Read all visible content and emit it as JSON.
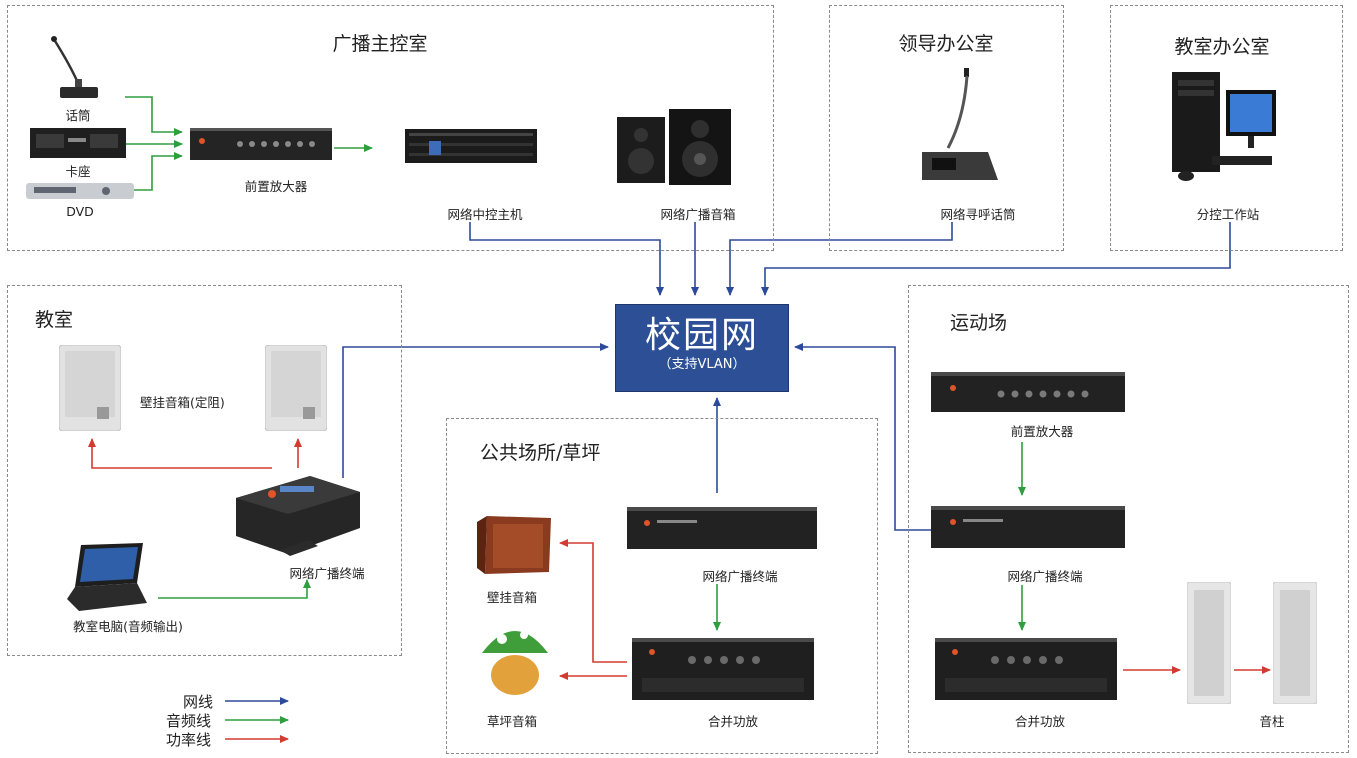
{
  "zones": {
    "broadcast_room": "广播主控室",
    "leader_office": "领导办公室",
    "teacher_office": "教室办公室",
    "classroom": "教室",
    "public": "公共场所/草坪",
    "sports": "运动场"
  },
  "center": {
    "title": "校园网",
    "subtitle": "（支持VLAN）"
  },
  "labels": {
    "mic": "话筒",
    "cassette": "卡座",
    "dvd": "DVD",
    "preamp_main": "前置放大器",
    "server": "网络中控主机",
    "speaker_main": "网络广播音箱",
    "paging_mic": "网络寻呼话筒",
    "workstation": "分控工作站",
    "wall_speaker_cls": "壁挂音箱(定阻)",
    "terminal_cls": "网络广播终端",
    "pc_cls": "教室电脑(音频输出)",
    "terminal_pub": "网络广播终端",
    "wall_speaker_pub": "壁挂音箱",
    "amp_pub": "合并功放",
    "lawn_speaker": "草坪音箱",
    "preamp_sports": "前置放大器",
    "terminal_sports": "网络广播终端",
    "amp_sports": "合并功放",
    "column_speaker": "音柱"
  },
  "legend": [
    {
      "label": "网线",
      "color": "#2b4a9a"
    },
    {
      "label": "音频线",
      "color": "#2e9e3e"
    },
    {
      "label": "功率线",
      "color": "#d33a30"
    }
  ]
}
